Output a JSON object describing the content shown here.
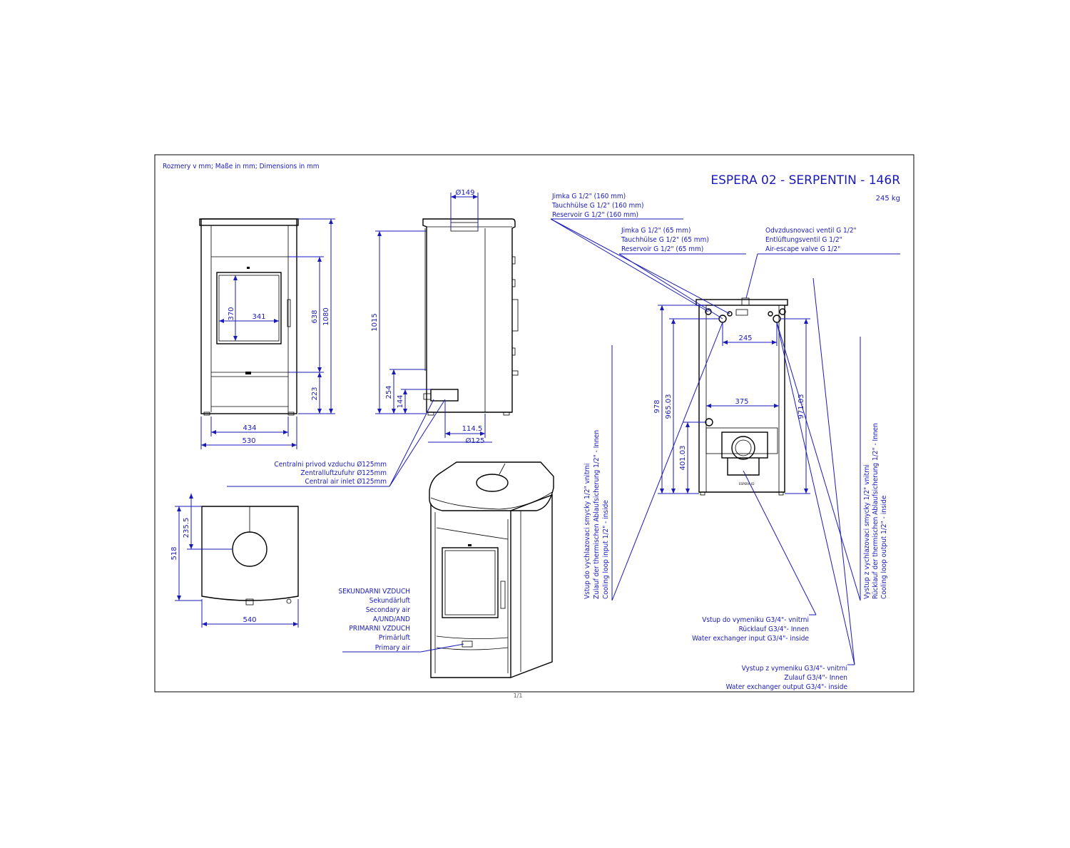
{
  "header": {
    "units_note": "Rozmery v mm; Maße in mm; Dimensions in mm",
    "title": "ESPERA 02 - SERPENTIN - 146R",
    "weight": "245 kg",
    "page_number": "1/1"
  },
  "front_view": {
    "dims": {
      "glass_height": "370",
      "glass_width": "341",
      "width_inner": "434",
      "width_outer": "530",
      "height_638": "638",
      "height_1080": "1080",
      "height_223": "223"
    }
  },
  "side_view": {
    "dims": {
      "flue_diameter": "Ø149",
      "height_1015": "1015",
      "height_254": "254",
      "height_144": "144",
      "depth_114_5": "114.5",
      "inlet_diameter": "Ø125"
    }
  },
  "top_view": {
    "dims": {
      "depth_235_5": "235.5",
      "depth_518": "518",
      "width_540": "540"
    }
  },
  "rear_view": {
    "dims": {
      "width_245": "245",
      "width_375": "375",
      "height_978": "978",
      "height_965": "965.03",
      "height_401": "401.03",
      "height_971": "971.03"
    }
  },
  "labels": {
    "central_air": [
      "Centralni privod vzduchu Ø125mm",
      "Zentralluftzufuhr Ø125mm",
      "Central air inlet Ø125mm"
    ],
    "secondary_primary": [
      "SEKUNDARNI VZDUCH",
      "Sekundärluft",
      "Secondary air",
      "A/UND/AND",
      "PRIMARNI VZDUCH",
      "Primärluft",
      "Primary air"
    ],
    "jimka_160": [
      "Jimka G 1/2\" (160 mm)",
      "Tauchhülse G 1/2\" (160 mm)",
      "Reservoir G 1/2\" (160 mm)"
    ],
    "jimka_65": [
      "Jimka G 1/2\" (65 mm)",
      "Tauchhülse G 1/2\" (65 mm)",
      "Reservoir G 1/2\" (65 mm)"
    ],
    "air_valve": [
      "Odvzdusnovaci ventil G 1/2\"",
      "Entlüftungsventil G 1/2\"",
      "Air-escape valve G 1/2\""
    ],
    "cooling_in": [
      "Vstup do vychlazovaci smycky 1/2\" vnitrni",
      "Zulauf der thermischen Ablaufsicherung 1/2\" - Innen",
      "Cooling loop input 1/2\" - inside"
    ],
    "cooling_out": [
      "Vystup z vychlazovaci smycky 1/2\" vnitrni",
      "Rücklauf der thermischen Ablaufsicherung 1/2\" - Innen",
      "Cooling loop output 1/2\" - inside"
    ],
    "exch_in": [
      "Vstup do vymeniku G3/4\"- vnitrni",
      "Rücklauf G3/4\"- Innen",
      "Water exchanger input G3/4\"- inside"
    ],
    "exch_out": [
      "Vystup z vymeniku G3/4\"- vnitrni",
      "Zulauf G3/4\"- Innen",
      "Water exchanger output G3/4\"- inside"
    ],
    "nameplate": "ESPERA 02"
  },
  "colors": {
    "annotation": "#1a1ab8",
    "outline": "#000000"
  }
}
